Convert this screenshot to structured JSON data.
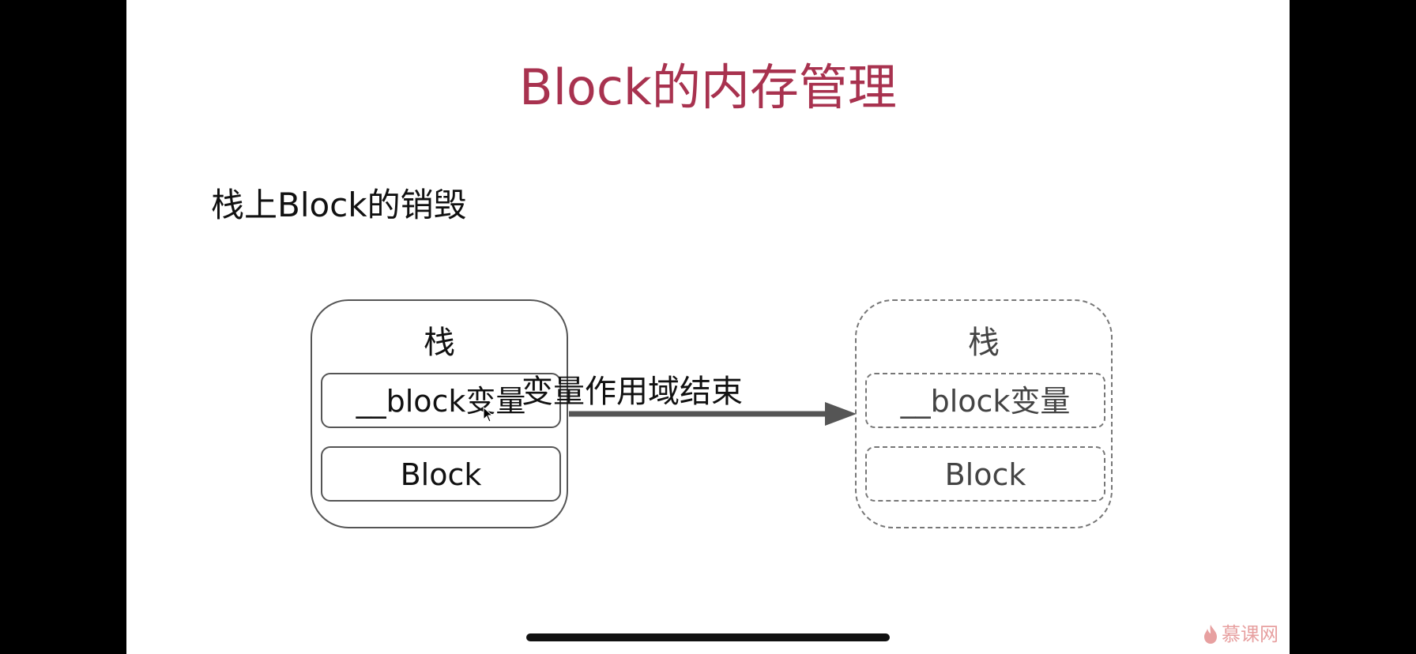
{
  "slide": {
    "title": "Block的内存管理",
    "subtitle": "栈上Block的销毁"
  },
  "diagram": {
    "left_stack": {
      "label": "栈",
      "items": [
        "__block变量",
        "Block"
      ]
    },
    "arrow_label": "变量作用域结束",
    "right_stack": {
      "label": "栈",
      "items": [
        "__block变量",
        "Block"
      ]
    }
  },
  "watermark": {
    "text": "慕课网",
    "icon": "flame-icon"
  },
  "colors": {
    "title": "#a8324f",
    "watermark": "#e7a0a0"
  }
}
